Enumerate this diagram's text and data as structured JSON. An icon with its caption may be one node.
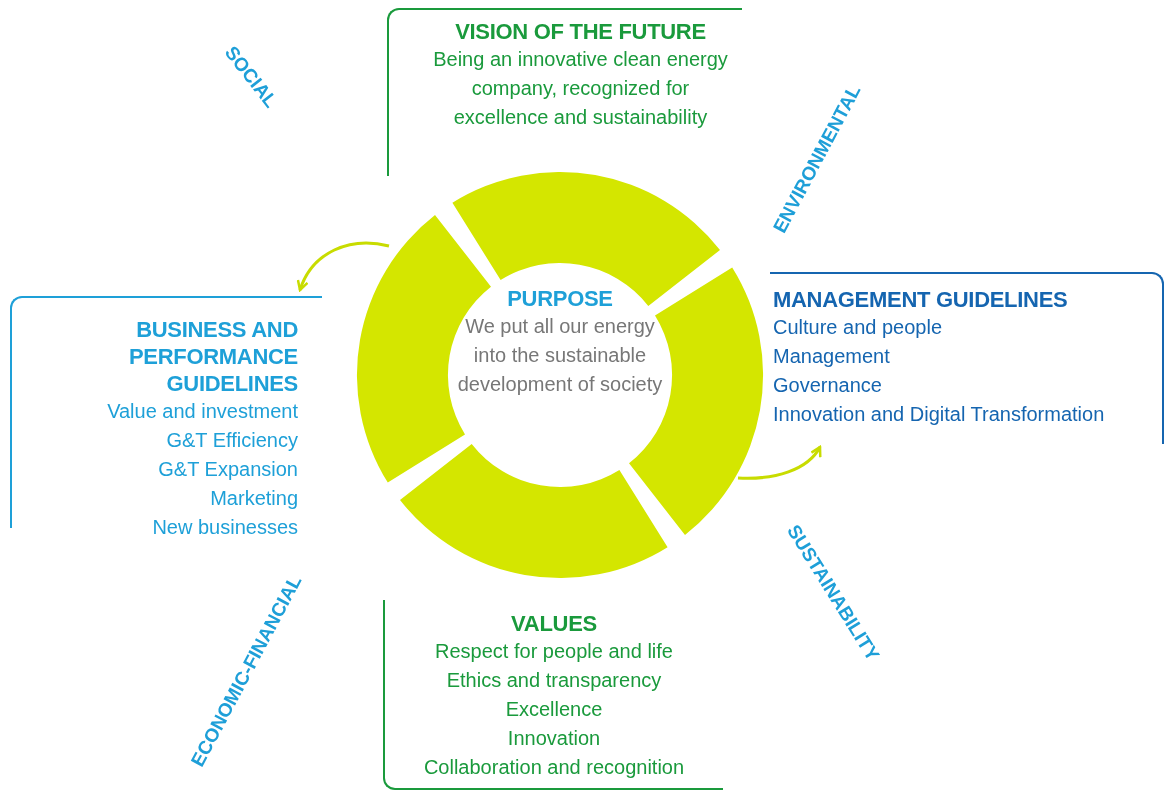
{
  "diagram": {
    "nodes": [
      {
        "text": [
          "VISION OF THE FUTURE",
          "Being an innovative clean energy company, recognized for excellence and sustainability"
        ]
      },
      {
        "text": [
          "BUSINESS AND PERFORMANCE GUIDELINES",
          "Value and investment",
          "G&T Efficiency",
          "G&T Expansion",
          "Marketing",
          "New businesses"
        ]
      },
      {
        "text": [
          "MANAGEMENT GUIDELINES",
          "Culture and people",
          "Management",
          "Governance",
          "Innovation and Digital Transformation"
        ]
      },
      {
        "text": [
          "VALUES",
          "Respect for people and life",
          "Ethics and transparency",
          "Excellence",
          "Innovation",
          "Collaboration and recognition"
        ]
      },
      {
        "text": [],
        "shape": "circle"
      },
      {
        "text": [
          "PURPOSE",
          "We put all our energy into the sustainable development of society"
        ],
        "in": 4
      }
    ],
    "edges": [
      {
        "from": 4,
        "to": 1,
        "arrow": "to"
      },
      {
        "from": 4,
        "to": 2,
        "arrow": "to"
      }
    ],
    "labels": [
      "SOCIAL",
      "ENVIRONMENTAL",
      "SUSTAINABILITY",
      "ECONOMIC-FINANCIAL"
    ]
  }
}
